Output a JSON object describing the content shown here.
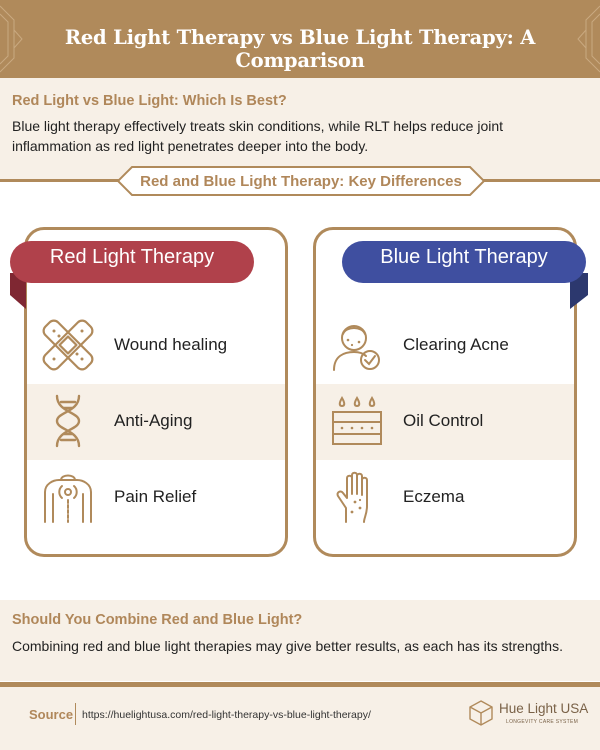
{
  "header": {
    "title": "Red Light Therapy vs Blue Light Therapy: A Comparison"
  },
  "intro": {
    "heading": "Red Light vs Blue Light: Which Is Best?",
    "line1": "Blue light therapy effectively treats skin conditions, while RLT helps reduce joint",
    "line2": "inflammation as red light penetrates deeper into the body."
  },
  "key_differences": {
    "label": "Red and Blue Light Therapy: Key Differences"
  },
  "red_card": {
    "title": "Red Light Therapy",
    "color": "#b0414b",
    "items": [
      {
        "label": "Wound healing",
        "icon": "bandage-icon"
      },
      {
        "label": "Anti-Aging",
        "icon": "dna-icon"
      },
      {
        "label": "Pain Relief",
        "icon": "back-pain-icon"
      }
    ]
  },
  "blue_card": {
    "title": "Blue Light Therapy",
    "color": "#3f4fa0",
    "items": [
      {
        "label": "Clearing Acne",
        "icon": "face-check-icon"
      },
      {
        "label": "Oil Control",
        "icon": "skin-oil-icon"
      },
      {
        "label": "Eczema",
        "icon": "hand-rash-icon"
      }
    ]
  },
  "combine": {
    "heading": "Should You Combine Red and Blue Light?",
    "text": "Combining red and blue light therapies may give better results, as each has its strengths."
  },
  "footer": {
    "source_label": "Source",
    "source_url": "https://huelightusa.com/red-light-therapy-vs-blue-light-therapy/",
    "brand_name": "Hue Light USA",
    "brand_tagline": "LONGEVITY CARE SYSTEM"
  },
  "colors": {
    "gold": "#b08a5b",
    "cream": "#f7f0e7",
    "red": "#b0414b",
    "blue": "#3f4fa0"
  }
}
